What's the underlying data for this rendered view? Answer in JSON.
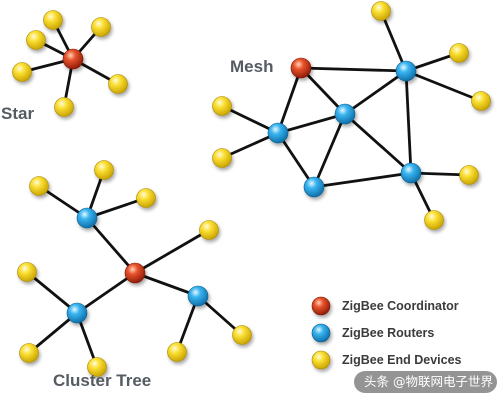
{
  "topologies": {
    "star_label": "Star",
    "mesh_label": "Mesh",
    "cluster_tree_label": "Cluster Tree"
  },
  "legend": {
    "items": [
      {
        "label": "ZigBee Coordinator",
        "role": "coordinator"
      },
      {
        "label": "ZigBee Routers",
        "role": "router"
      },
      {
        "label": "ZigBee End Devices",
        "role": "end-device"
      }
    ]
  },
  "watermark": {
    "text": "头条 @物联网电子世界"
  },
  "colors": {
    "coordinator": "#d8361a",
    "router": "#2aa7e8",
    "end_device": "#f8d21a",
    "link": "#111111",
    "label": "#555b63"
  }
}
